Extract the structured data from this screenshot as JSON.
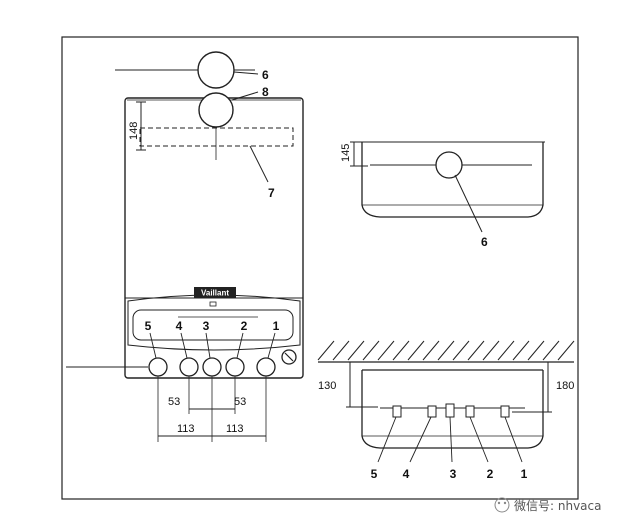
{
  "brand": "Vaillant",
  "front_view": {
    "callouts": [
      "6",
      "8",
      "7"
    ],
    "dim_top": "148",
    "connector_numbers": [
      "5",
      "4",
      "3",
      "2",
      "1"
    ],
    "spacing_inner_left": "53",
    "spacing_inner_right": "53",
    "spacing_outer_left": "113",
    "spacing_outer_right": "113"
  },
  "top_view": {
    "dim": "145",
    "callout": "6"
  },
  "bottom_view": {
    "dim_left": "130",
    "dim_right": "180",
    "connector_numbers": [
      "5",
      "4",
      "3",
      "2",
      "1"
    ]
  },
  "watermark": "微信号: nhvaca"
}
